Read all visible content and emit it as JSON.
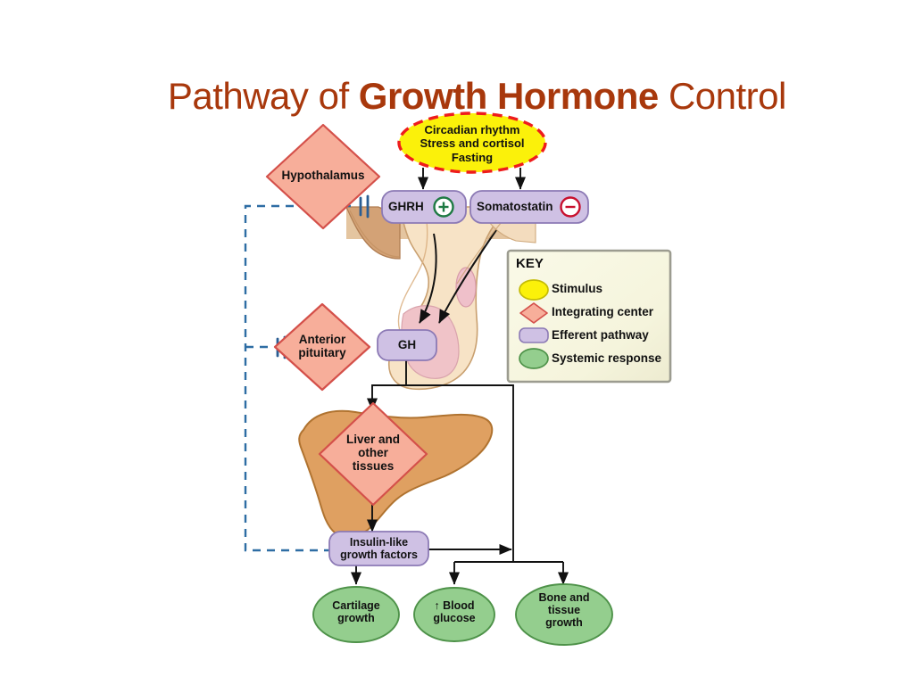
{
  "title": {
    "prefix": "Pathway of ",
    "emphasis": "Growth Hormone",
    "suffix": " Control",
    "color": "#A8380C"
  },
  "diagram": {
    "stimulus": {
      "label": "Circadian rhythm\nStress and cortisol\nFasting",
      "fill": "#FBF10A",
      "stroke": "#EE1C1C",
      "shape": "ellipse-dashed"
    },
    "integrating_centers": [
      {
        "id": "hypothalamus",
        "label": "Hypothalamus",
        "fill": "#F7AE9A",
        "stroke": "#D4504A",
        "shape": "diamond"
      },
      {
        "id": "anterior-pituitary",
        "label": "Anterior\npituitary",
        "fill": "#F7AE9A",
        "stroke": "#D4504A",
        "shape": "diamond"
      },
      {
        "id": "liver-other-tissues",
        "label": "Liver and\nother\ntissues",
        "fill": "#F7AE9A",
        "stroke": "#D4504A",
        "shape": "diamond"
      }
    ],
    "efferent_pathways": [
      {
        "id": "ghrh",
        "label": "GHRH",
        "sign": "+",
        "sign_color": "#1E7A43",
        "fill": "#CFC1E4",
        "stroke": "#8C7AB5"
      },
      {
        "id": "somatostatin",
        "label": "Somatostatin",
        "sign": "−",
        "sign_color": "#C8102E",
        "fill": "#CFC1E4",
        "stroke": "#8C7AB5"
      },
      {
        "id": "gh",
        "label": "GH",
        "sign": "",
        "sign_color": "",
        "fill": "#CFC1E4",
        "stroke": "#8C7AB5"
      },
      {
        "id": "igf",
        "label": "Insulin-like\ngrowth factors",
        "sign": "",
        "sign_color": "",
        "fill": "#CFC1E4",
        "stroke": "#8C7AB5"
      }
    ],
    "systemic_responses": [
      {
        "id": "cartilage-growth",
        "label": "Cartilage\ngrowth",
        "fill": "#94CE8E",
        "stroke": "#4E9249"
      },
      {
        "id": "blood-glucose",
        "label": "↑ Blood\nglucose",
        "fill": "#94CE8E",
        "stroke": "#4E9249"
      },
      {
        "id": "bone-tissue-growth",
        "label": "Bone and\ntissue\ngrowth",
        "fill": "#94CE8E",
        "stroke": "#4E9249"
      }
    ],
    "feedback": {
      "color": "#2E6DA4",
      "style": "dashed",
      "symbol": "inhibition-bar"
    },
    "anatomy": {
      "label": "hypothalamus-pituitary-illustration",
      "tissue_fill": "#F7E3C6",
      "brain_fill": "#D8A87C",
      "pituitary_fill": "#F0C3C8"
    },
    "liver": {
      "label": "liver-illustration",
      "fill": "#DFA061",
      "stroke": "#B07330"
    }
  },
  "key": {
    "title": "KEY",
    "background": "#F7F6E0",
    "border": "#9C9C90",
    "items": [
      {
        "label": "Stimulus",
        "shape": "ellipse",
        "fill": "#FBF10A",
        "stroke": "#C4BB06"
      },
      {
        "label": "Integrating center",
        "shape": "diamond",
        "fill": "#F7AE9A",
        "stroke": "#D4504A"
      },
      {
        "label": "Efferent pathway",
        "shape": "rounded-rect",
        "fill": "#CFC1E4",
        "stroke": "#8C7AB5"
      },
      {
        "label": "Systemic response",
        "shape": "ellipse",
        "fill": "#94CE8E",
        "stroke": "#4E9249"
      }
    ]
  }
}
